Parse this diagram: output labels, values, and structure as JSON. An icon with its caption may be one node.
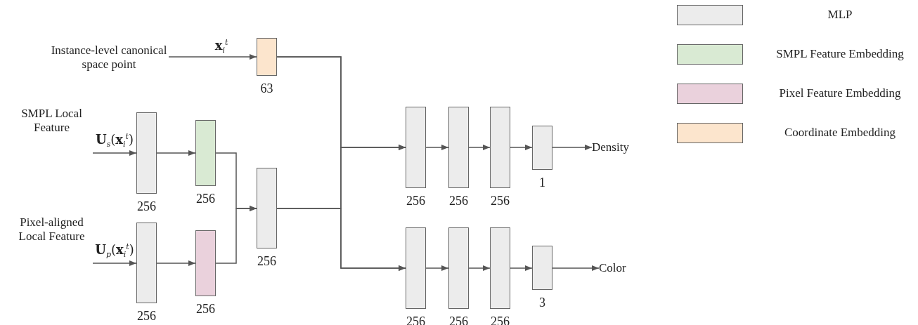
{
  "diagram": {
    "nodes": [
      {
        "text": [
          "Instance-level canonical space point"
        ]
      },
      {
        "text": [],
        "shape": "box",
        "beside": [
          "63"
        ]
      },
      {
        "text": [
          "SMPL Local Feature"
        ]
      },
      {
        "text": [],
        "shape": "box",
        "beside": [
          "256"
        ]
      },
      {
        "text": [],
        "shape": "box",
        "beside": [
          "256"
        ]
      },
      {
        "text": [
          "Pixel-aligned Local Feature"
        ]
      },
      {
        "text": [],
        "shape": "box",
        "beside": [
          "256"
        ]
      },
      {
        "text": [],
        "shape": "box",
        "beside": [
          "256"
        ]
      },
      {
        "text": [],
        "shape": "box",
        "beside": [
          "256"
        ]
      },
      {
        "text": [],
        "shape": "box",
        "beside": [
          "256"
        ]
      },
      {
        "text": [],
        "shape": "box",
        "beside": [
          "256"
        ]
      },
      {
        "text": [],
        "shape": "box",
        "beside": [
          "256"
        ]
      },
      {
        "text": [],
        "shape": "box",
        "beside": [
          "1"
        ]
      },
      {
        "text": [
          "Density"
        ]
      },
      {
        "text": [],
        "shape": "box",
        "beside": [
          "256"
        ]
      },
      {
        "text": [],
        "shape": "box",
        "beside": [
          "256"
        ]
      },
      {
        "text": [],
        "shape": "box",
        "beside": [
          "256"
        ]
      },
      {
        "text": [],
        "shape": "box",
        "beside": [
          "3"
        ]
      },
      {
        "text": [
          "Color"
        ]
      }
    ],
    "edges": [
      {
        "from": 0,
        "to": 1,
        "arrow": "to",
        "label": "**x**$_{i}$$^{t}$"
      },
      {
        "from": 2,
        "to": 3,
        "arrow": "to",
        "label": "**U**$_{s}$(**x**$_{i}$$^{t}$)"
      },
      {
        "from": 3,
        "to": 4,
        "arrow": "to"
      },
      {
        "from": 5,
        "to": 6,
        "arrow": "to",
        "label": "**U**$_{p}$(**x**$_{i}$$^{t}$)"
      },
      {
        "from": 6,
        "to": 7,
        "arrow": "to"
      },
      {
        "from": 4,
        "to": 8,
        "arrow": "to"
      },
      {
        "from": 7,
        "to": 8,
        "arrow": "to"
      },
      {
        "from": 1,
        "to": 9,
        "arrow": "to"
      },
      {
        "from": 8,
        "to": 9,
        "arrow": "to"
      },
      {
        "from": 1,
        "to": 14,
        "arrow": "to"
      },
      {
        "from": 8,
        "to": 14,
        "arrow": "to"
      },
      {
        "from": 9,
        "to": 10,
        "arrow": "to"
      },
      {
        "from": 10,
        "to": 11,
        "arrow": "to"
      },
      {
        "from": 11,
        "to": 12,
        "arrow": "to"
      },
      {
        "from": 12,
        "to": 13,
        "arrow": "to"
      },
      {
        "from": 14,
        "to": 15,
        "arrow": "to"
      },
      {
        "from": 15,
        "to": 16,
        "arrow": "to"
      },
      {
        "from": 16,
        "to": 17,
        "arrow": "to"
      },
      {
        "from": 17,
        "to": 18,
        "arrow": "to"
      }
    ],
    "legend": [
      {
        "text": "MLP",
        "color": "#ececec"
      },
      {
        "text": "SMPL Feature Embedding",
        "color": "#d9ead3"
      },
      {
        "text": "Pixel Feature Embedding",
        "color": "#ead1dc"
      },
      {
        "text": "Coordinate Embedding",
        "color": "#fce5cd"
      }
    ]
  }
}
